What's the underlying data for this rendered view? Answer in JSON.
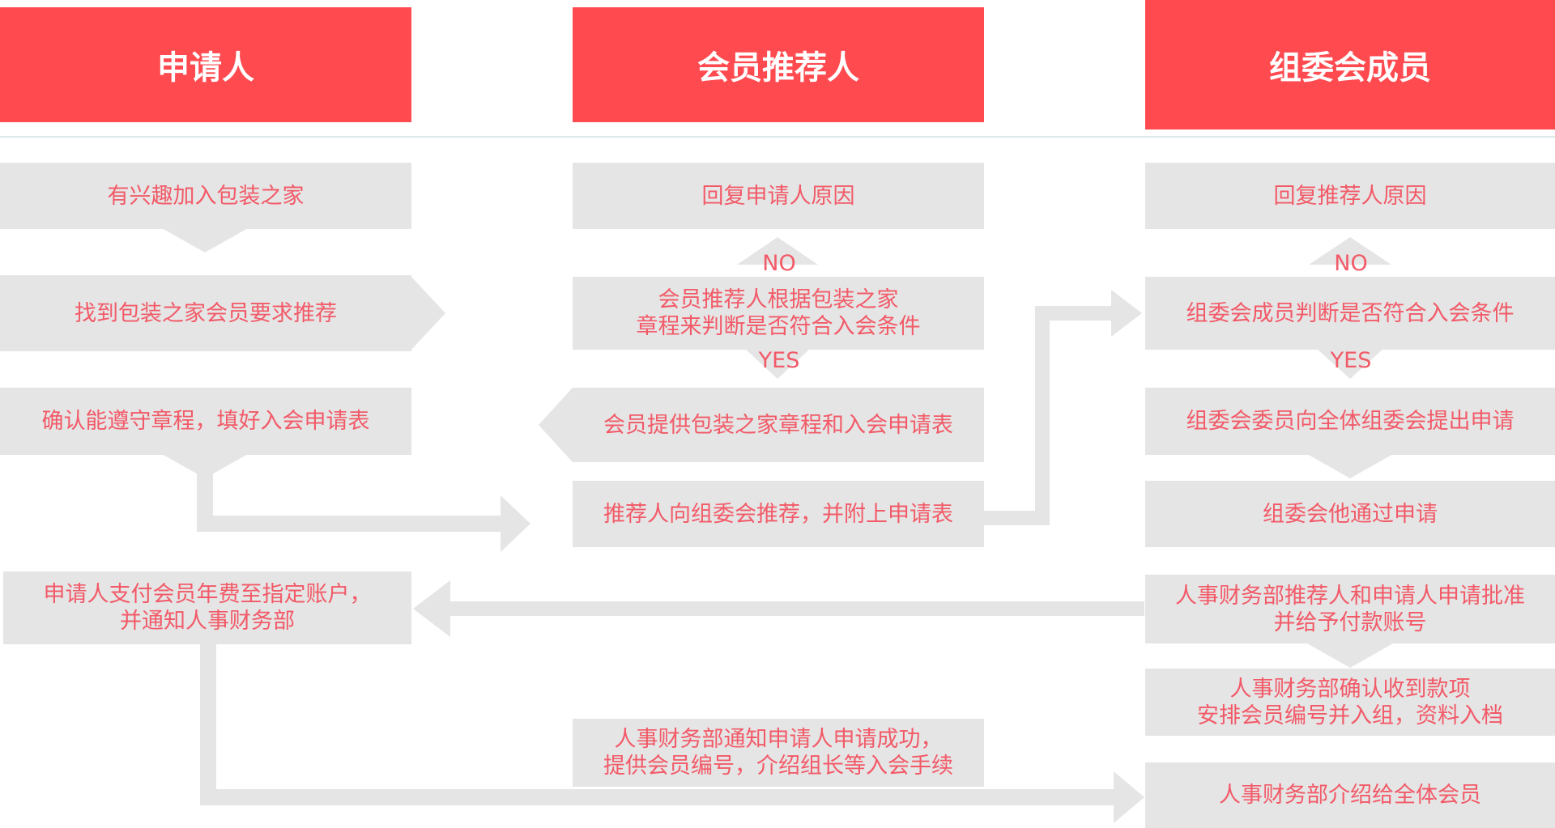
{
  "headers": {
    "applicant": "申请人",
    "recommender": "会员推荐人",
    "committee": "组委会成员"
  },
  "applicant_col": {
    "step1": "有兴趣加入包装之家",
    "step2": "找到包装之家会员要求推荐",
    "step3": "确认能遵守章程，填好入会申请表",
    "step4": "申请人支付会员年费至指定账户，\n并通知人事财务部"
  },
  "recommender_col": {
    "reply": "回复申请人原因",
    "judge": "会员推荐人根据包装之家\n章程来判断是否符合入会条件",
    "provide": "会员提供包装之家章程和入会申请表",
    "recommend": "推荐人向组委会推荐，并附上申请表",
    "notify": "人事财务部通知申请人申请成功，\n提供会员编号，介绍组长等入会手续"
  },
  "committee_col": {
    "reply": "回复推荐人原因",
    "judge": "组委会成员判断是否符合入会条件",
    "propose": "组委会委员向全体组委会提出申请",
    "pass": "组委会他通过申请",
    "approve": "人事财务部推荐人和申请人申请批准\n并给予付款账号",
    "confirm": "人事财务部确认收到款项\n安排会员编号并入组，资料入档",
    "introduce": "人事财务部介绍给全体会员"
  },
  "decision_labels": {
    "no": "NO",
    "yes": "YES"
  },
  "colors": {
    "header_bg": "#ff4b50",
    "box_bg": "#e5e5e5",
    "text": "#f25a68",
    "arrow": "#e5e5e5"
  }
}
